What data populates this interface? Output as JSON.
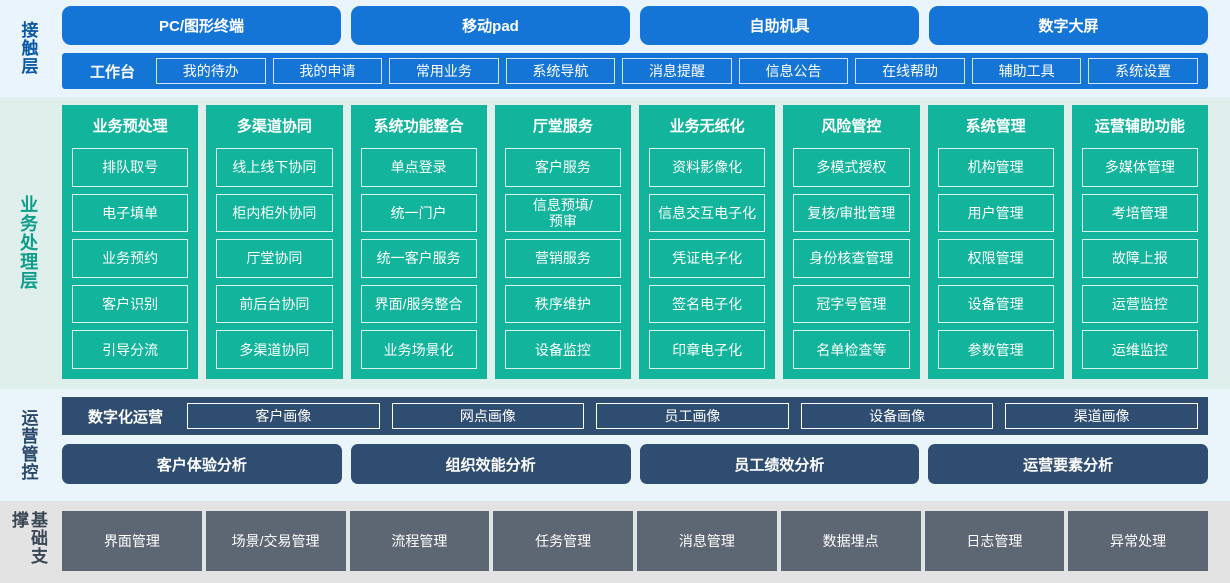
{
  "layers": [
    {
      "id": "contact",
      "label": "接触层",
      "channels": [
        "PC/图形终端",
        "移动pad",
        "自助机具",
        "数字大屏"
      ],
      "workbench_title": "工作台",
      "workbench_items": [
        "我的待办",
        "我的申请",
        "常用业务",
        "系统导航",
        "消息提醒",
        "信息公告",
        "在线帮助",
        "辅助工具",
        "系统设置"
      ],
      "colors": {
        "background": "#eaf4fd",
        "accent": "#1575d6",
        "label": "#0a58a6"
      }
    },
    {
      "id": "business",
      "label": "业务处理层",
      "columns": [
        {
          "title": "业务预处理",
          "items": [
            "排队取号",
            "电子填单",
            "业务预约",
            "客户识别",
            "引导分流"
          ]
        },
        {
          "title": "多渠道协同",
          "items": [
            "线上线下协同",
            "柜内柜外协同",
            "厅堂协同",
            "前后台协同",
            "多渠道协同"
          ]
        },
        {
          "title": "系统功能整合",
          "items": [
            "单点登录",
            "统一门户",
            "统一客户服务",
            "界面/服务整合",
            "业务场景化"
          ]
        },
        {
          "title": "厅堂服务",
          "items": [
            "客户服务",
            "信息预填/\n预审",
            "营销服务",
            "秩序维护",
            "设备监控"
          ]
        },
        {
          "title": "业务无纸化",
          "items": [
            "资料影像化",
            "信息交互电子化",
            "凭证电子化",
            "签名电子化",
            "印章电子化"
          ]
        },
        {
          "title": "风险管控",
          "items": [
            "多模式授权",
            "复核/审批管理",
            "身份核查管理",
            "冠字号管理",
            "名单检查等"
          ]
        },
        {
          "title": "系统管理",
          "items": [
            "机构管理",
            "用户管理",
            "权限管理",
            "设备管理",
            "参数管理"
          ]
        },
        {
          "title": "运营辅助功能",
          "items": [
            "多媒体管理",
            "考培管理",
            "故障上报",
            "运营监控",
            "运维监控"
          ]
        }
      ],
      "colors": {
        "background": "#dff0ec",
        "accent": "#12b49b",
        "label": "#0f9e8a"
      }
    },
    {
      "id": "operations",
      "label": "运营管控",
      "digital_ops_title": "数字化运营",
      "portrait_items": [
        "客户画像",
        "网点画像",
        "员工画像",
        "设备画像",
        "渠道画像"
      ],
      "analysis_items": [
        "客户体验分析",
        "组织效能分析",
        "员工绩效分析",
        "运营要素分析"
      ],
      "colors": {
        "background": "#e9f4fb",
        "accent": "#2f4d70",
        "label": "#2a4a6b"
      }
    },
    {
      "id": "base",
      "label": "基础支撑",
      "items": [
        "界面管理",
        "场景/交易管理",
        "流程管理",
        "任务管理",
        "消息管理",
        "数据埋点",
        "日志管理",
        "异常处理"
      ],
      "colors": {
        "background": "#e3e3e3",
        "accent": "#5d6673",
        "label": "#3b4654"
      }
    }
  ]
}
